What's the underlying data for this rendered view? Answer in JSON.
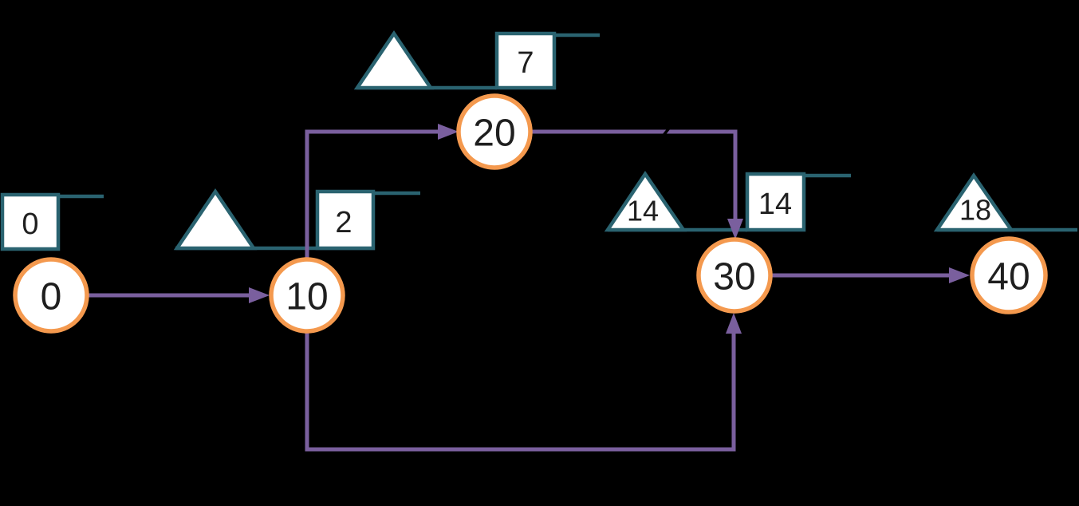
{
  "diagram": {
    "type": "activity-network",
    "nodes": [
      {
        "id": "0",
        "label": "0"
      },
      {
        "id": "10",
        "label": "10"
      },
      {
        "id": "20",
        "label": "20"
      },
      {
        "id": "30",
        "label": "30"
      },
      {
        "id": "40",
        "label": "40"
      }
    ],
    "triangle_markers": [
      {
        "at_node": "10",
        "label": ""
      },
      {
        "at_node": "20",
        "label": ""
      },
      {
        "at_node": "30",
        "label": "14"
      },
      {
        "at_node": "40",
        "label": "18"
      }
    ],
    "flag_boxes": [
      {
        "at_node": "0",
        "label": "0"
      },
      {
        "at_node": "10",
        "label": "2"
      },
      {
        "at_node": "20",
        "label": "7"
      },
      {
        "at_node": "30",
        "label": "14"
      }
    ],
    "edges": [
      {
        "from": "0",
        "to": "10"
      },
      {
        "from": "10",
        "to": "20"
      },
      {
        "from": "20",
        "to": "30"
      },
      {
        "from": "10",
        "to": "30"
      },
      {
        "from": "30",
        "to": "40"
      }
    ]
  },
  "colors": {
    "background": "#000000",
    "node_stroke": "#F4994E",
    "node_fill": "#FFFFFF",
    "edge_purple": "#7A5F9E",
    "marker_teal": "#2A6370",
    "label_dark": "#1F1F1F"
  }
}
